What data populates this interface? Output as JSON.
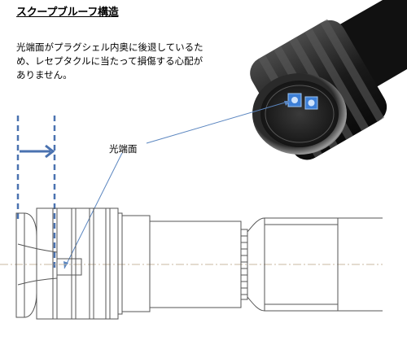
{
  "title": "スクープブルーフ構造",
  "description": {
    "line1": "光端面がプラグシェル内奥に後退しているた",
    "line2": "め、レセプタクルに当たって損傷する心配が",
    "line3": "ありません。"
  },
  "callout_label": "光端面",
  "colors": {
    "arrow_blue": "#4a72b0",
    "leader_blue": "#5b86c0",
    "drawing_line": "#555555",
    "centerline": "#c9b9a0",
    "lens_blue": "#3d7fd6"
  },
  "icons": {
    "connector_photo": "fiber-connector-plug-photo",
    "drawing": "connector-side-drawing"
  }
}
